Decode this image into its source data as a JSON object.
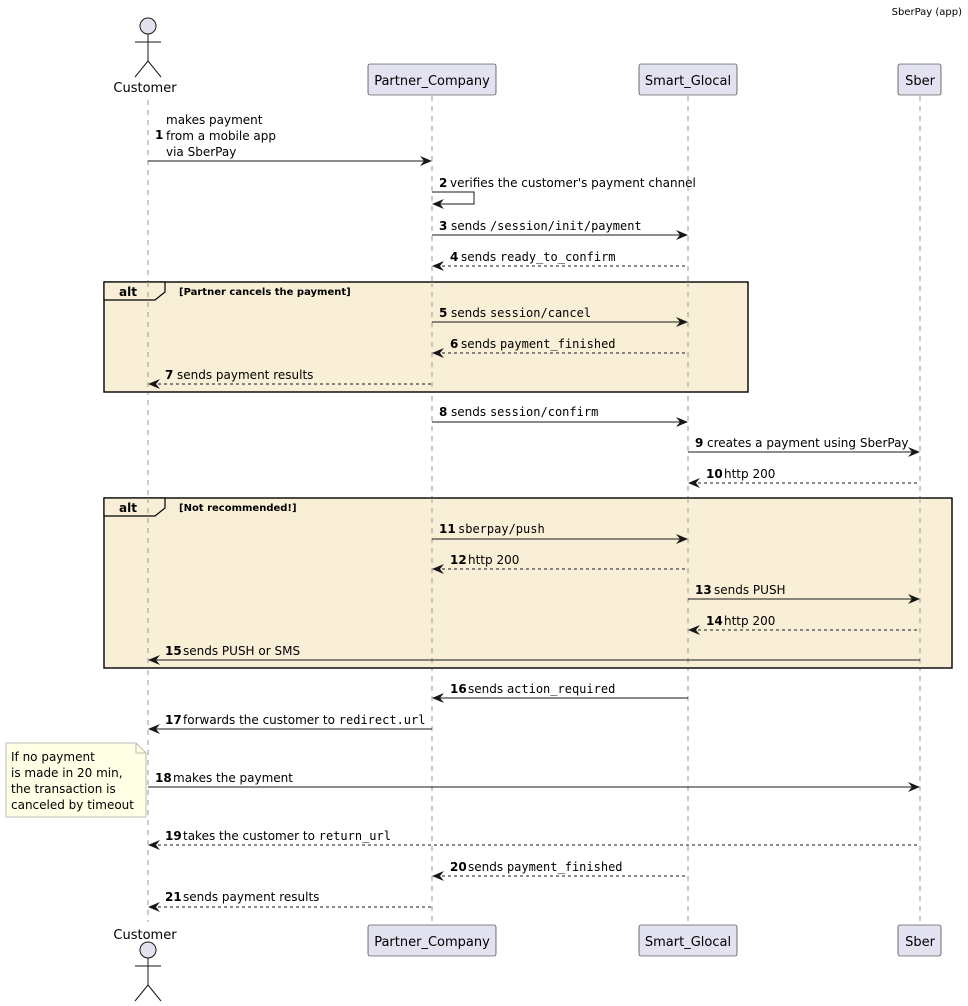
{
  "header": {
    "title": "SberPay (app)"
  },
  "participants": {
    "customer": "Customer",
    "partner": "Partner_Company",
    "glocal": "Smart_Glocal",
    "sber": "Sber"
  },
  "messages": [
    {
      "n": "1",
      "lines": [
        "makes payment",
        "from a mobile app",
        "via SberPay"
      ]
    },
    {
      "n": "2",
      "text": "verifies the customer's payment channel"
    },
    {
      "n": "3",
      "pre": "sends ",
      "code": "/session/init/payment"
    },
    {
      "n": "4",
      "pre": "sends ",
      "code": "ready_to_confirm"
    },
    {
      "n": "5",
      "pre": "sends ",
      "code": "session/cancel"
    },
    {
      "n": "6",
      "pre": "sends ",
      "code": "payment_finished"
    },
    {
      "n": "7",
      "text": "sends payment results"
    },
    {
      "n": "8",
      "pre": "sends ",
      "code": "session/confirm"
    },
    {
      "n": "9",
      "text": "creates a payment using SberPay"
    },
    {
      "n": "10",
      "text": "http 200"
    },
    {
      "n": "11",
      "code": "sberpay/push"
    },
    {
      "n": "12",
      "text": "http 200"
    },
    {
      "n": "13",
      "text": "sends PUSH"
    },
    {
      "n": "14",
      "text": "http 200"
    },
    {
      "n": "15",
      "text": "sends PUSH or SMS"
    },
    {
      "n": "16",
      "pre": "sends ",
      "code": "action_required"
    },
    {
      "n": "17",
      "pre": "forwards the customer to ",
      "code": "redirect.url"
    },
    {
      "n": "18",
      "text": "makes the payment"
    },
    {
      "n": "19",
      "pre": "takes the customer to ",
      "code": "return_url"
    },
    {
      "n": "20",
      "pre": "sends ",
      "code": "payment_finished"
    },
    {
      "n": "21",
      "text": "sends payment results"
    }
  ],
  "frames": [
    {
      "kind": "alt",
      "condition": "[Partner cancels the payment]"
    },
    {
      "kind": "alt",
      "condition": "[Not recommended!]"
    }
  ],
  "note": {
    "lines": [
      "If no payment",
      "is made in 20 min,",
      "the transaction is",
      "canceled by timeout"
    ]
  }
}
